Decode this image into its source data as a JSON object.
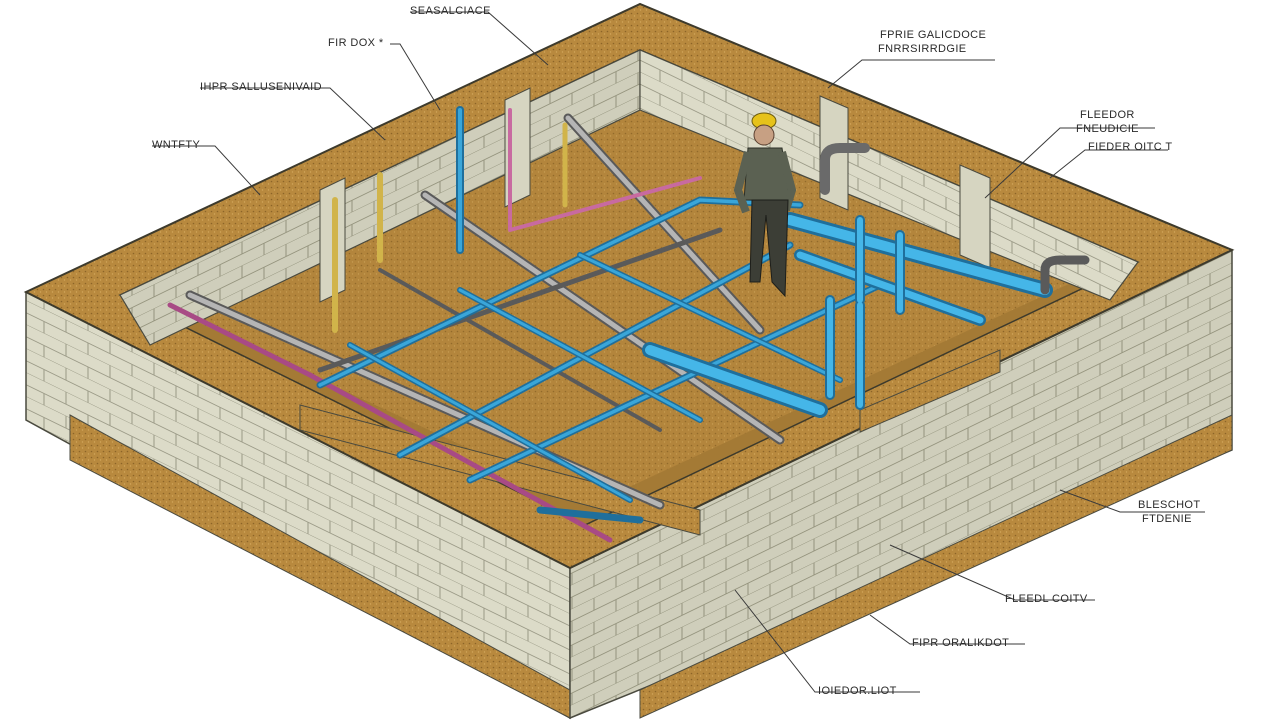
{
  "labels": {
    "top": "SEASALCIACE",
    "fir_dox": "FIR DOX *",
    "ihpr": "IHPR SALLUSENIVAID",
    "wntfty": "WNTFTY",
    "prie_1": "FPRIE GALICDOCE",
    "prie_2": "FNRRSIRRDGIE",
    "fleedor_1": "FLEEDOR",
    "fleedor_2": "FNEUDICIE",
    "fieder": "FIEDER OITC T",
    "blesciot_1": "BLESCHOT",
    "blesciot_2": "FTDENIE",
    "fleedl": "FLEEDL COITV",
    "fipr_orat": "FIPR ORALIKDOT",
    "bottom": "IOIEDOR.LIOT"
  },
  "colors": {
    "soil": "#b8893e",
    "soil_dark": "#7a5422",
    "block": "#dcdbc8",
    "block_shade": "#b9b8a4",
    "pipe_blue": "#3aa6d9",
    "pipe_grey": "#9a9a9a",
    "pipe_pink": "#c86aa0",
    "pipe_yellow": "#d1b44a"
  }
}
